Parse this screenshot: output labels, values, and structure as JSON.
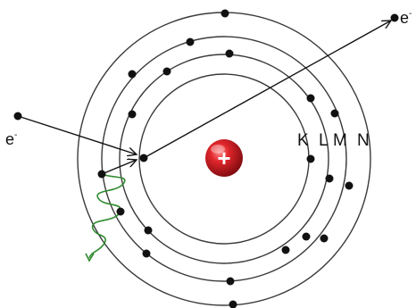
{
  "labels": {
    "incoming_electron": "e",
    "outgoing_electron": "e",
    "electron_charge": "-",
    "nucleus_sign": "+",
    "shells": [
      "K",
      "L",
      "M",
      "N"
    ]
  },
  "colors": {
    "nucleus": "#c8181e",
    "photon": "#2e8b2e",
    "lines": "#111111"
  },
  "icons": {
    "nucleus": "nucleus-icon",
    "photon": "photon-wave-icon"
  }
}
